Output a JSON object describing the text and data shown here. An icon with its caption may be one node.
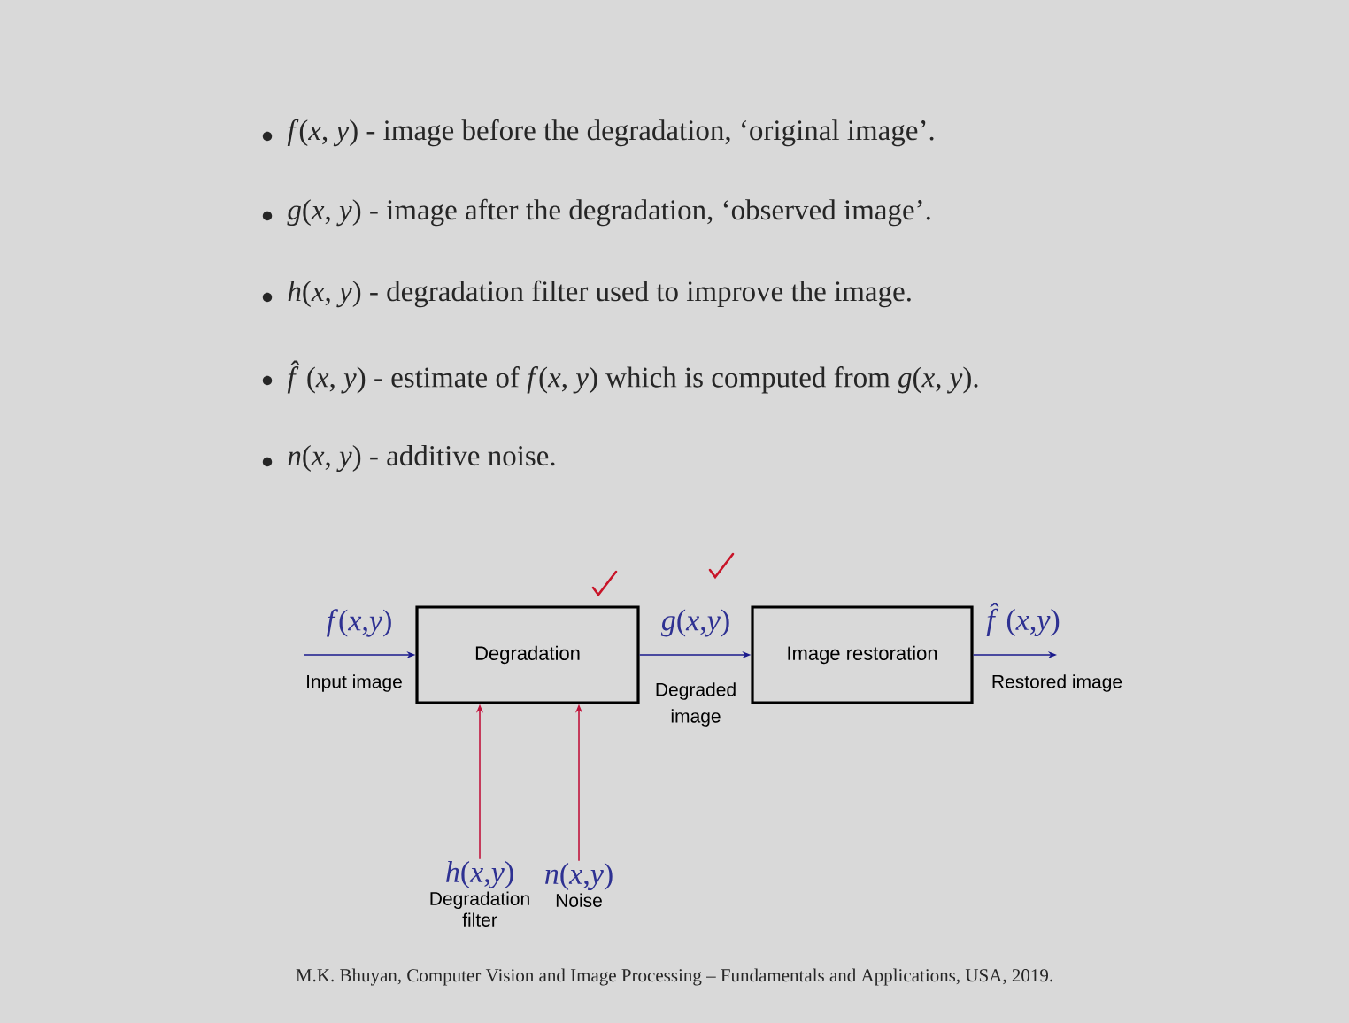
{
  "diagram": {
    "caption": "M.K. Bhuyan, Computer Vision and Image Processing – Fundamentals and Applications, USA, 2019.",
    "nodes": [
      {
        "text": [
          "Degradation"
        ]
      },
      {
        "text": [
          "Image restoration"
        ]
      },
      {
        "text": [
          "*h*(*x*,*y*)",
          "Degradation filter"
        ]
      },
      {
        "text": [
          "*n*(*x*,*y*)",
          "Noise"
        ]
      },
      {
        "text": [
          "Restored image"
        ]
      }
    ],
    "edges": [
      {
        "from": null,
        "to": 0,
        "arrow": "to",
        "label": "*f*(*x*,*y*)"
      },
      {
        "from": 0,
        "to": 1,
        "arrow": "to",
        "label": "*g*(*x*,*y*)"
      },
      {
        "from": 1,
        "to": 4,
        "arrow": "to",
        "label": "*f̂*(*x*,*y*)"
      },
      {
        "from": 2,
        "to": 0,
        "arrow": "to",
        "color": "#c0143c"
      },
      {
        "from": 3,
        "to": 0,
        "arrow": "to",
        "color": "#c0143c"
      }
    ],
    "labels": [
      "*f*(*x*, *y*) - image before the degradation, ‘original image’.",
      "*g*(*x*, *y*) - image after the degradation, ‘observed image’.",
      "*h*(*x*, *y*) - degradation filter used to improve the image.",
      "*f̂*(*x*, *y*) - estimate of *f*(*x*, *y*) which is computed from *g*(*x*, *y*).",
      "*n*(*x*, *y*) - additive noise.",
      "Input image",
      "Degraded image"
    ]
  }
}
